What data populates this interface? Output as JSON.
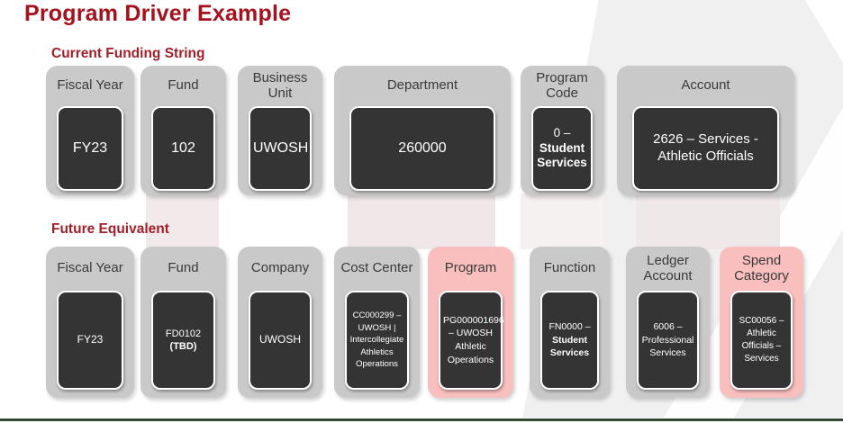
{
  "title": "Program Driver Example",
  "current": {
    "heading": "Current Funding String",
    "boxes": [
      {
        "label": "Fiscal Year",
        "value": "FY23"
      },
      {
        "label": "Fund",
        "value": "102"
      },
      {
        "label": "Business Unit",
        "value": "UWOSH"
      },
      {
        "label": "Department",
        "value": "260000"
      },
      {
        "label": "Program Code",
        "value": "0 –",
        "value_bold": "Student Services"
      },
      {
        "label": "Account",
        "value": "2626 – Services - Athletic Officials"
      }
    ]
  },
  "future": {
    "heading": "Future Equivalent",
    "boxes": [
      {
        "label": "Fiscal Year",
        "value": "FY23"
      },
      {
        "label": "Fund",
        "value": "FD0102",
        "value_bold": "(TBD)"
      },
      {
        "label": "Company",
        "value": "UWOSH"
      },
      {
        "label": "Cost Center",
        "value": "CC000299 – UWOSH | Intercollegiate Athletics Operations"
      },
      {
        "label": "Program",
        "value": "PG000001696 – UWOSH Athletic Operations",
        "highlight": true
      },
      {
        "label": "Function",
        "value": "FN0000 –",
        "value_bold": "Student Services"
      },
      {
        "label": "Ledger Account",
        "value": "6006 – Professional Services"
      },
      {
        "label": "Spend Category",
        "value": "SC00056 – Athletic Officials – Services",
        "highlight": true
      }
    ]
  },
  "colors": {
    "accent_red": "#a5121e",
    "heading_red": "#a31e28",
    "box_gray": "#c9c9c9",
    "box_dark": "#343434",
    "highlight_pink": "#f9bebe",
    "connector_pink": "#f0e7e8",
    "footer_green": "#2e4b33"
  }
}
